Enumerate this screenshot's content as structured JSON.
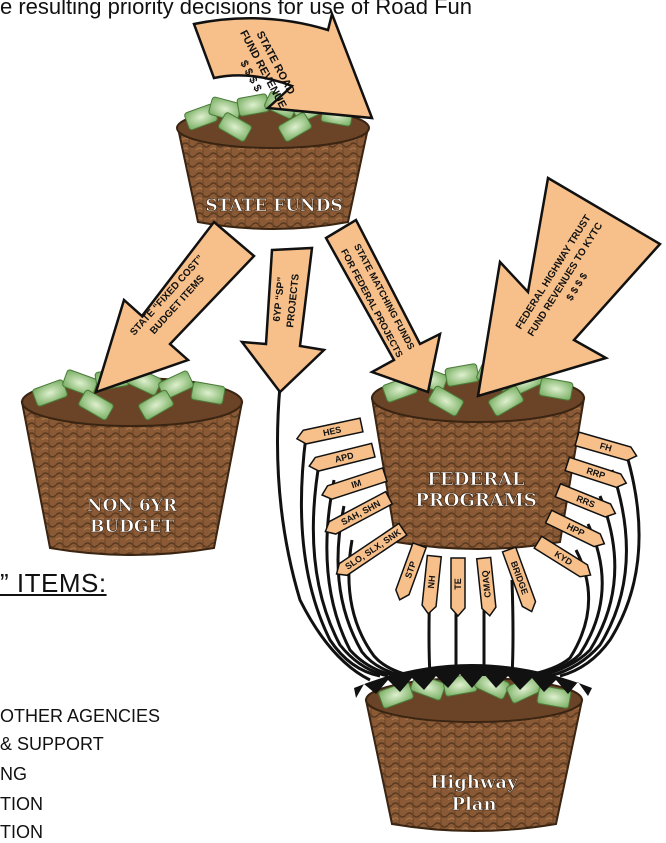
{
  "header_text": "e resulting priority decisions for use of Road Fun",
  "left_heading": "” ITEMS:",
  "left_items": [
    "OTHER AGENCIES",
    " & SUPPORT",
    "NG",
    "TION",
    "TION"
  ],
  "arrows": {
    "state_revenue": [
      "STATE ROAD",
      "FUND REVENUE",
      "$ $ $ $"
    ],
    "federal_trust": [
      "FEDERAL HIGHWAY TRUST",
      "FUND REVENUES TO KYTC",
      "$ $ $ $"
    ],
    "fixed_cost": [
      "STATE “FIXED COST”",
      "BUDGET ITEMS"
    ],
    "sp_projects": [
      "6YP “SP”",
      "PROJECTS"
    ],
    "matching": [
      "STATE MATCHING FUNDS",
      "FOR FEDERAL PROJECTS"
    ]
  },
  "baskets": {
    "state": "STATE FUNDS",
    "non6yr": [
      "NON 6YR",
      "BUDGET"
    ],
    "federal": [
      "FEDERAL",
      "PROGRAMS"
    ],
    "highway": [
      "Highway",
      "Plan"
    ]
  },
  "programs_left": [
    "HES",
    "APD",
    "IM",
    "SAH, SHN",
    "SLO, SLX, SNK"
  ],
  "programs_bottom": [
    "STP",
    "NH",
    "TE",
    "CMAQ",
    "BRIDGE"
  ],
  "programs_right": [
    "FH",
    "RRP",
    "RRS",
    "HPP",
    "KYD"
  ],
  "colors": {
    "arrow_fill": "#f7c08a",
    "basket": "#8a5a36",
    "money": "#7fb36a",
    "outline": "#111111"
  }
}
